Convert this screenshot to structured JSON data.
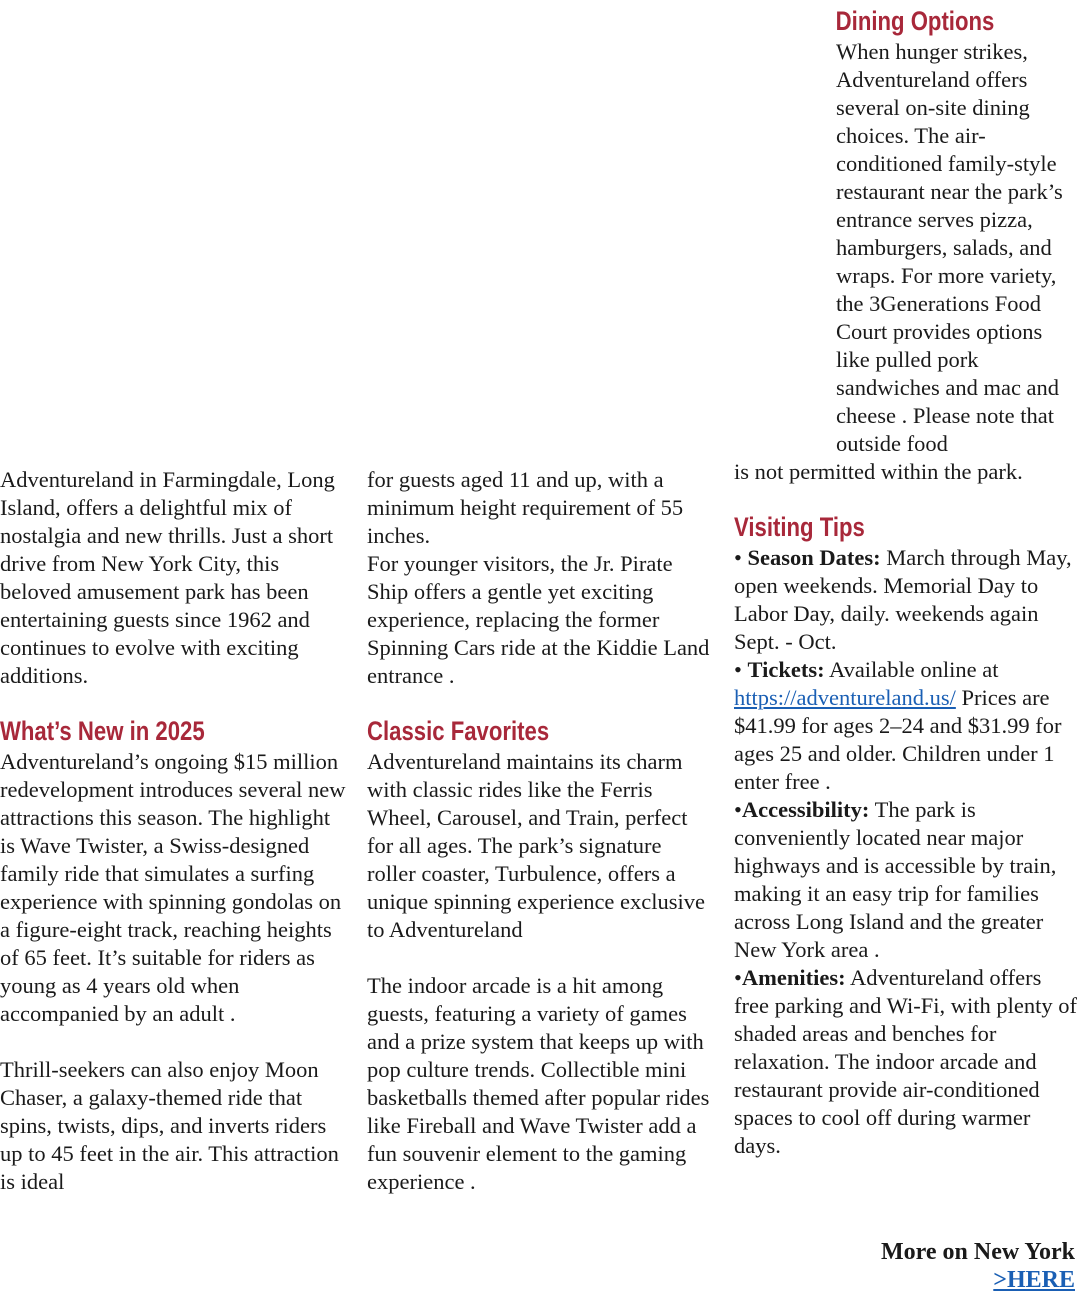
{
  "col1": {
    "intro": "Adventureland in Farmingdale, Long Island, offers a delightful mix of nostalgia and new thrills. Just a short drive from New York City, this beloved amusement park has been entertaining guests since 1962 and continues to evolve with exciting additions.",
    "heading": "What’s New in 2025",
    "p1": "Adventureland’s ongoing $15 million redevelopment introduces several new attractions this season. The highlight is Wave Twister, a Swiss-designed family ride that simulates a surfing experience with spinning gondolas on a figure-eight track, reaching heights of 65 feet. It’s suitable for riders as young as 4 years old when accompanied by an adult .",
    "p2": "Thrill-seekers can also enjoy Moon Chaser, a galaxy-themed ride that spins, twists, dips, and inverts riders up to 45 feet in the air. This attraction is ideal"
  },
  "col2": {
    "cont": "for guests aged 11 and up, with a minimum height requirement of 55 inches.",
    "p1": "For younger visitors, the Jr. Pirate Ship offers a gentle yet exciting experience, replacing the former Spinning Cars ride at the Kiddie Land entrance .",
    "heading": "Classic Favorites",
    "p2": "Adventureland maintains its charm with classic rides like the Ferris Wheel, Carousel, and Train, perfect for all ages. The park’s signature roller coaster, Turbulence, offers a unique spinning experience exclusive to Adventureland",
    "p3": "The indoor arcade is a hit among guests, featuring a variety of games and a prize system that keeps up with pop culture trends. Collectible mini basketballs themed after popular rides like Fireball and Wave Twister add a fun souvenir element to the gaming experience ."
  },
  "col3": {
    "dining_heading": "Dining Options",
    "dining_body": "When hunger strikes, Adventureland offers several on-site dining choices. The air-conditioned family-style restaurant near the park’s entrance serves pizza, hamburgers, salads, and wraps. For more variety, the 3Generations Food Court provides options like pulled pork sandwiches and mac and cheese . Please note that outside food",
    "dining_tail": "is not permitted within the park.",
    "tips_heading": "Visiting Tips",
    "season_label": "Season Dates:",
    "season_text": " March through May, open weekends. Memorial Day to Labor Day, daily. weekends again Sept. - Oct.",
    "tickets_label": "Tickets:",
    "tickets_text": " Available online at ",
    "tickets_link": "https://adventureland.us/",
    "tickets_prices": " Prices are $41.99 for ages 2–24 and $31.99 for ages 25 and older. Children under 1 enter free .",
    "access_label": "Accessibility:",
    "access_text": " The park is conveniently located near major highways and is accessible by train, making it an easy trip for families across Long Island and the greater New York area .",
    "amen_label": "Amenities:",
    "amen_text": " Adventureland offers free parking and Wi-Fi, with plenty of shaded areas and benches for relaxation. The indoor arcade and restaurant provide air-conditioned spaces to cool off during warmer days."
  },
  "more": {
    "label": "More on New York",
    "link": ">HERE"
  }
}
